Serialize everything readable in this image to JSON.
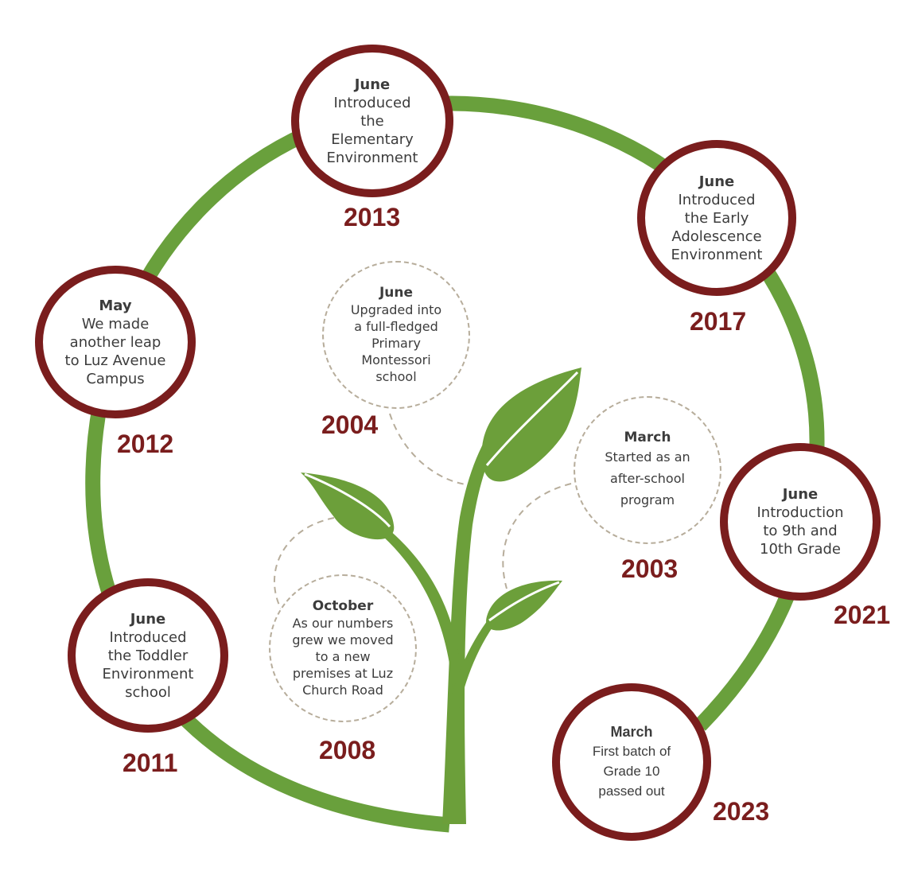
{
  "colors": {
    "ring": "#69a03c",
    "leaf": "#6c9f3a",
    "accent": "#7a1d1d",
    "dashed": "#b7ad9b",
    "text": "#3c3c3c"
  },
  "milestones": [
    {
      "year": "2013",
      "month": "June",
      "text": "Introduced\nthe\nElementary\nEnvironment"
    },
    {
      "year": "2017",
      "month": "June",
      "text": "Introduced\nthe Early\nAdolescence\nEnvironment"
    },
    {
      "year": "2012",
      "month": "May",
      "text": "We made\nanother leap\nto Luz Avenue\nCampus"
    },
    {
      "year": "2004",
      "month": "June",
      "text": "Upgraded into\na full-fledged\nPrimary\nMontessori\nschool"
    },
    {
      "year": "2003",
      "month": "March",
      "text": "Started as an\nafter-school\nprogram"
    },
    {
      "year": "2021",
      "month": "June",
      "text": "Introduction\nto 9th and\n10th Grade"
    },
    {
      "year": "2011",
      "month": "June",
      "text": "Introduced\nthe Toddler\nEnvironment\nschool"
    },
    {
      "year": "2008",
      "month": "October",
      "text": "As our numbers\ngrew we moved\nto a new\npremises at Luz\nChurch Road"
    },
    {
      "year": "2023",
      "month": "March",
      "text": "First batch of\nGrade 10\npassed out"
    }
  ]
}
